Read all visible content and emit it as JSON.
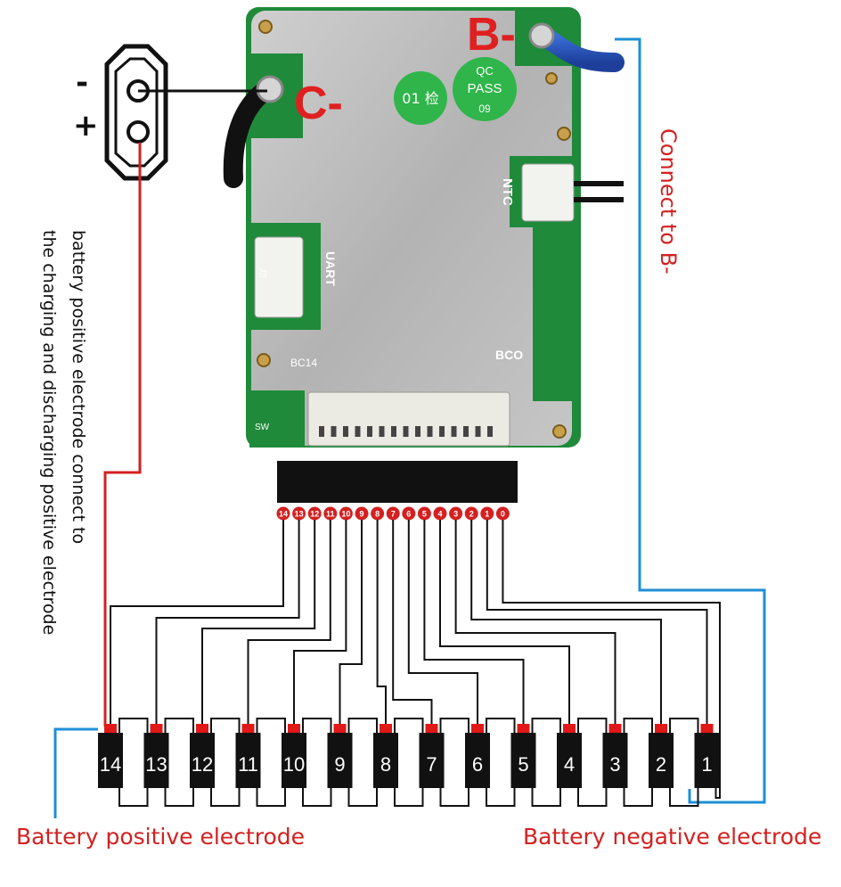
{
  "board": {
    "c_minus_label": "C-",
    "b_minus_label": "B-",
    "silkscreen": {
      "ntc": "NTC",
      "uart": "UART",
      "bc14": "BC14",
      "bc0": "BCO",
      "sw": "SW",
      "j3": "J3"
    },
    "qc_sticker": {
      "line1": "QC",
      "line2": "PASS",
      "line3": "09"
    },
    "inspection_sticker": "01 检"
  },
  "connector_pins": [
    "14",
    "13",
    "12",
    "11",
    "10",
    "9",
    "8",
    "7",
    "6",
    "5",
    "4",
    "3",
    "2",
    "1",
    "0"
  ],
  "cells": [
    "14",
    "13",
    "12",
    "11",
    "10",
    "9",
    "8",
    "7",
    "6",
    "5",
    "4",
    "3",
    "2",
    "1"
  ],
  "terminal": {
    "minus_sign": "-",
    "plus_sign": "+"
  },
  "annotations": {
    "left_vertical_line1": "battery positive electrode connect to",
    "left_vertical_line2": "the charging and discharging positive electrode",
    "right_vertical": "Connect to B-",
    "battery_positive": "Battery positive electrode",
    "battery_negative": "Battery negative electrode"
  },
  "colors": {
    "accent_red": "#d42020",
    "wire_blue": "#1e8fd6",
    "pcb_green": "#1f8a3a",
    "shield_metal": "#b8b8b8"
  }
}
